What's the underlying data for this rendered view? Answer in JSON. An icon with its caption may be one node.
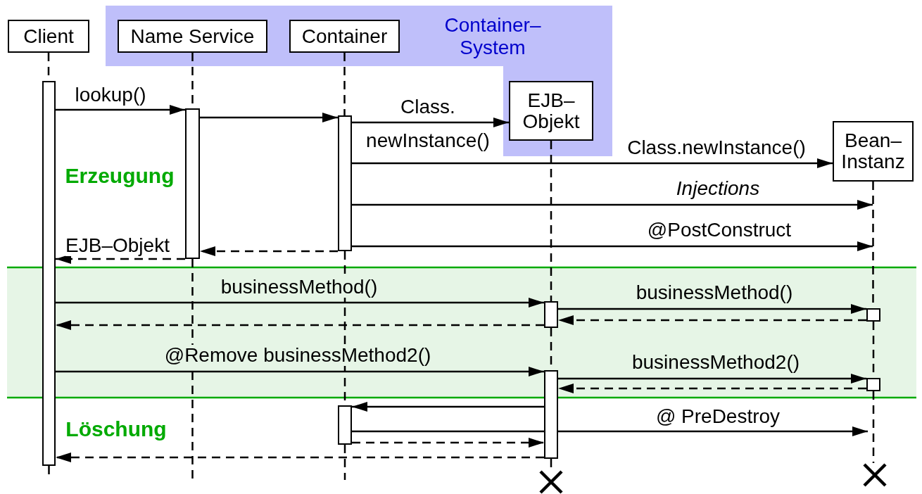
{
  "diagram": {
    "nodes": [
      {
        "text": [
          "Client"
        ]
      },
      {
        "text": [
          "Container– System"
        ]
      },
      {
        "text": [
          "Name Service"
        ],
        "in": 1
      },
      {
        "text": [
          "Container"
        ],
        "in": 1
      },
      {
        "text": [
          "EJB– Objekt"
        ],
        "in": 1
      },
      {
        "text": [
          "Bean– Instanz"
        ]
      },
      {
        "text": [],
        "shape": "bar"
      },
      {
        "text": [],
        "shape": "bar"
      },
      {
        "text": [],
        "shape": "bar"
      },
      {
        "text": [],
        "shape": "bar"
      },
      {
        "text": [],
        "shape": "bar"
      },
      {
        "text": [],
        "shape": "bar"
      },
      {
        "text": [],
        "shape": "bar"
      },
      {
        "text": [],
        "shape": "bar"
      },
      {
        "text": [],
        "shape": "cross"
      },
      {
        "text": [],
        "shape": "cross"
      }
    ],
    "edges": [
      {
        "from": 6,
        "to": 7,
        "arrow": "to",
        "label": "lookup()"
      },
      {
        "from": 7,
        "to": 8,
        "arrow": "to"
      },
      {
        "from": 8,
        "to": 4,
        "arrow": "to",
        "label": "Class. newInstance()"
      },
      {
        "from": 8,
        "to": 5,
        "arrow": "to",
        "label": "Class.newInstance()"
      },
      {
        "from": 8,
        "to": 5,
        "arrow": "to",
        "label": "Injections"
      },
      {
        "from": 8,
        "to": null,
        "arrow": "to",
        "label": "@PostConstruct"
      },
      {
        "from": 8,
        "to": 7,
        "arrow": "to",
        "style": "dashed"
      },
      {
        "from": 7,
        "to": 6,
        "arrow": "to",
        "style": "dashed",
        "label": "EJB–Objekt"
      },
      {
        "from": 6,
        "to": 9,
        "arrow": "to",
        "label": "businessMethod()"
      },
      {
        "from": 9,
        "to": 10,
        "arrow": "to",
        "label": "businessMethod()"
      },
      {
        "from": 10,
        "to": 9,
        "arrow": "to",
        "style": "dashed"
      },
      {
        "from": 9,
        "to": 6,
        "arrow": "to",
        "style": "dashed"
      },
      {
        "from": 6,
        "to": 11,
        "arrow": "to",
        "label": "@Remove businessMethod2()"
      },
      {
        "from": 11,
        "to": 12,
        "arrow": "to",
        "label": "businessMethod2()"
      },
      {
        "from": 12,
        "to": 11,
        "arrow": "to",
        "style": "dashed"
      },
      {
        "from": 11,
        "to": 13,
        "arrow": "to"
      },
      {
        "from": 13,
        "to": null,
        "arrow": "to",
        "label": "@ PreDestroy"
      },
      {
        "from": 13,
        "to": 11,
        "arrow": "to",
        "style": "dashed"
      },
      {
        "from": 11,
        "to": 6,
        "arrow": "to",
        "style": "dashed"
      },
      {
        "from": 0,
        "to": 6,
        "arrow": "none",
        "style": "dashed"
      },
      {
        "from": 6,
        "to": null,
        "arrow": "none",
        "style": "dashed"
      },
      {
        "from": 2,
        "to": 7,
        "arrow": "none",
        "style": "dashed"
      },
      {
        "from": 7,
        "to": null,
        "arrow": "none",
        "style": "dashed"
      },
      {
        "from": 3,
        "to": 8,
        "arrow": "none",
        "style": "dashed"
      },
      {
        "from": 8,
        "to": 13,
        "arrow": "none",
        "style": "dashed"
      },
      {
        "from": 13,
        "to": null,
        "arrow": "none",
        "style": "dashed"
      },
      {
        "from": 4,
        "to": 9,
        "arrow": "none",
        "style": "dashed"
      },
      {
        "from": 9,
        "to": 11,
        "arrow": "none",
        "style": "dashed"
      },
      {
        "from": 11,
        "to": 14,
        "arrow": "none",
        "style": "dashed"
      },
      {
        "from": 5,
        "to": 10,
        "arrow": "none",
        "style": "dashed"
      },
      {
        "from": 10,
        "to": 12,
        "arrow": "none",
        "style": "dashed"
      },
      {
        "from": 12,
        "to": 15,
        "arrow": "none",
        "style": "dashed"
      }
    ],
    "labels": [
      "Erzeugung",
      "Löschung"
    ]
  }
}
